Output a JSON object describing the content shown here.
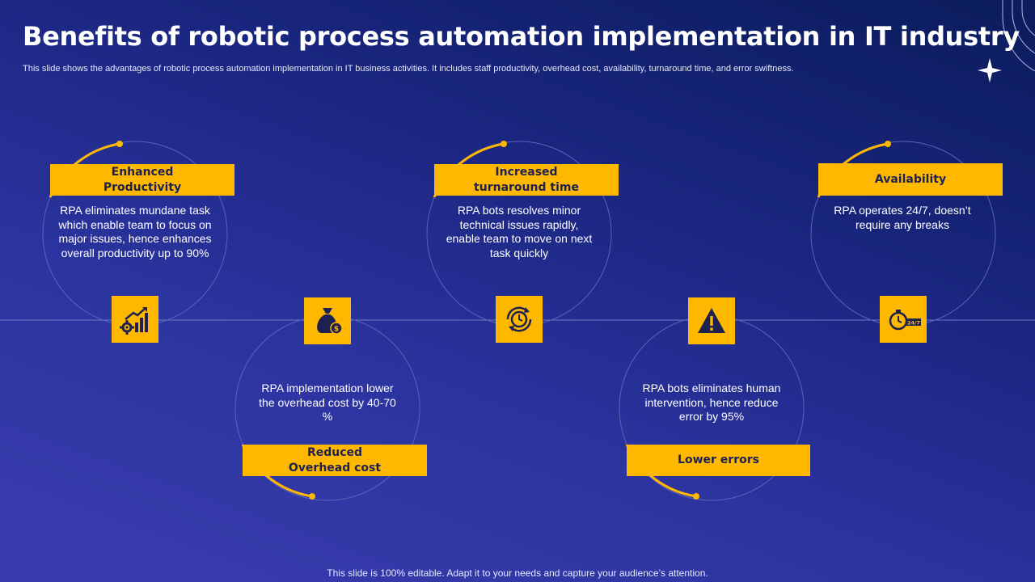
{
  "slide": {
    "title": "Benefits of robotic process automation implementation in IT industry",
    "subtitle": "This slide shows the advantages of robotic process automation implementation in IT business activities. It includes staff productivity, overhead cost, availability, turnaround time, and error swiftness.",
    "footer": "This slide is 100% editable. Adapt it to your needs and capture your audience’s attention."
  },
  "colors": {
    "accent": "#ffb800",
    "label_text": "#1d2150",
    "background_dark": "#0b1c5c",
    "background_light": "#3a3cae"
  },
  "benefits": [
    {
      "label": "Enhanced Productivity",
      "label_lines": [
        "Enhanced",
        "Productivity"
      ],
      "text": "RPA eliminates mundane task which enable team to focus on major issues, hence enhances overall productivity up to 90%",
      "icon": "productivity-growth-icon"
    },
    {
      "label": "Reduced Overhead cost",
      "label_lines": [
        "Reduced",
        "Overhead cost"
      ],
      "text": "RPA implementation lower the overhead cost by 40-70 %",
      "icon": "money-bag-icon"
    },
    {
      "label": "Increased turnaround time",
      "label_lines": [
        "Increased",
        "turnaround time"
      ],
      "text": "RPA bots resolves minor technical issues rapidly, enable team to move on next task quickly",
      "icon": "clock-cycle-icon"
    },
    {
      "label": "Lower errors",
      "label_lines": [
        "Lower errors"
      ],
      "text": "RPA bots eliminates human intervention, hence reduce error by 95%",
      "icon": "warning-icon"
    },
    {
      "label": "Availability",
      "label_lines": [
        "Availability"
      ],
      "text": "RPA operates 24/7, doesn’t require any breaks",
      "icon": "stopwatch-24-7-icon",
      "icon_text": "24/7"
    }
  ]
}
